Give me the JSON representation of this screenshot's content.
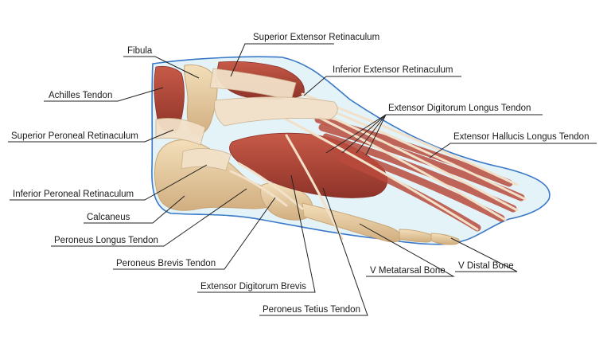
{
  "diagram": {
    "labels": {
      "superior_extensor_retinaculum": "Superior Extensor Retinaculum",
      "fibula": "Fibula",
      "inferior_extensor_retinaculum": "Inferior Extensor Retinaculum",
      "achilles_tendon": "Achilles Tendon",
      "extensor_digitorum_longus_tendon": "Extensor Digitorum Longus Tendon",
      "superior_peroneal_retinaculum": "Superior Peroneal Retinaculum",
      "extensor_hallucis_longus_tendon": "Extensor Hallucis Longus Tendon",
      "inferior_peroneal_retinaculum": "Inferior Peroneal Retinaculum",
      "calcaneus": "Calcaneus",
      "peroneus_longus_tendon": "Peroneus Longus Tendon",
      "peroneus_brevis_tendon": "Peroneus Brevis Tendon",
      "v_metatarsal_bone": "V Metatarsal Bone",
      "v_distal_bone": "V Distal Bone",
      "extensor_digitorum_brevis": "Extensor Digitorum Brevis",
      "peroneus_tetius_tendon": "Peroneus Tetius Tendon"
    },
    "colors": {
      "outline": "#3a78c8",
      "skin_fill": "#e4f3f8",
      "bone": "#ecd2a6",
      "bone_shade": "#c9a576",
      "muscle": "#b94a3c",
      "muscle_dark": "#8a2e28",
      "tendon": "#f2e0c8",
      "leader": "#222222"
    }
  }
}
